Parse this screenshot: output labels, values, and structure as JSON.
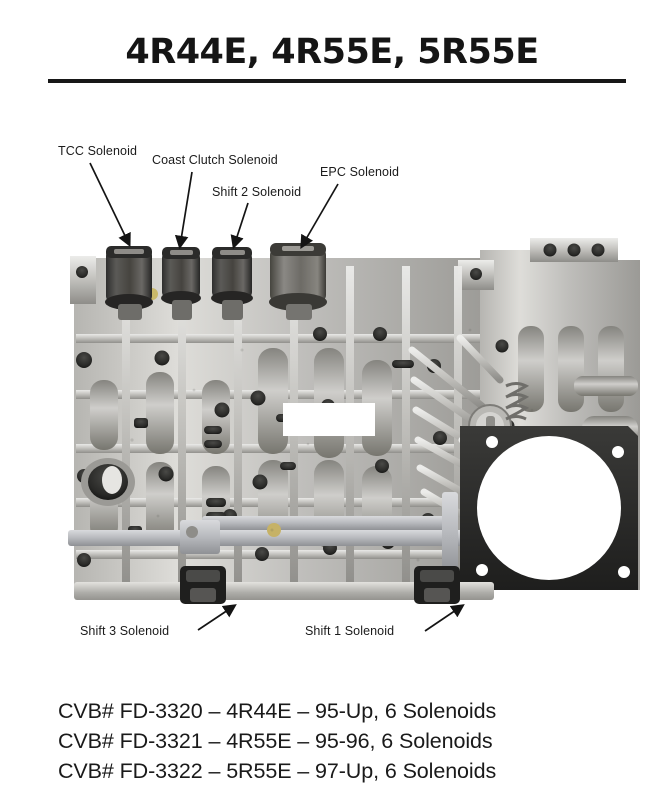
{
  "header": {
    "title": "4R44E, 4R55E, 5R55E"
  },
  "diagram": {
    "subject": "automatic-transmission-valve-body",
    "callouts": [
      {
        "id": "tcc",
        "label": "TCC Solenoid"
      },
      {
        "id": "coast-clutch",
        "label": "Coast Clutch Solenoid"
      },
      {
        "id": "shift-2",
        "label": "Shift 2 Solenoid"
      },
      {
        "id": "epc",
        "label": "EPC Solenoid"
      },
      {
        "id": "shift-3",
        "label": "Shift 3 Solenoid"
      },
      {
        "id": "shift-1",
        "label": "Shift 1 Solenoid"
      }
    ]
  },
  "captions": {
    "lines": [
      "CVB# FD-3320 – 4R44E – 95-Up, 6 Solenoids",
      "CVB# FD-3321 – 4R55E – 95-96, 6 Solenoids",
      "CVB# FD-3322 – 5R55E – 97-Up, 6 Solenoids"
    ]
  },
  "colors": {
    "background": "#ffffff",
    "text": "#1a1a1a",
    "rule": "#171717",
    "casting_light": "#d7d6d2",
    "casting_mid": "#b3b2ae",
    "casting_dark": "#7f7e7b",
    "solenoid_dark": "#3a3a3a",
    "separator_plate": "#c8c9cb"
  }
}
